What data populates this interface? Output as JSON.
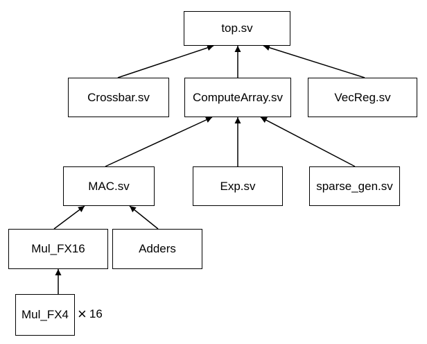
{
  "nodes": {
    "top": "top.sv",
    "crossbar": "Crossbar.sv",
    "compute_array": "ComputeArray.sv",
    "vecreg": "VecReg.sv",
    "mac": "MAC.sv",
    "exp": "Exp.sv",
    "sparse_gen": "sparse_gen.sv",
    "mul_fx16": "Mul_FX16",
    "adders": "Adders",
    "mul_fx4": "Mul_FX4"
  },
  "multiplier": {
    "symbol": "×",
    "count": "16"
  },
  "edges": [
    {
      "from": "crossbar",
      "to": "top"
    },
    {
      "from": "compute_array",
      "to": "top"
    },
    {
      "from": "vecreg",
      "to": "top"
    },
    {
      "from": "mac",
      "to": "compute_array"
    },
    {
      "from": "exp",
      "to": "compute_array"
    },
    {
      "from": "sparse_gen",
      "to": "compute_array"
    },
    {
      "from": "mul_fx16",
      "to": "mac"
    },
    {
      "from": "adders",
      "to": "mac"
    },
    {
      "from": "mul_fx4",
      "to": "mul_fx16"
    }
  ],
  "colors": {
    "stroke": "#000000",
    "background": "#ffffff"
  }
}
